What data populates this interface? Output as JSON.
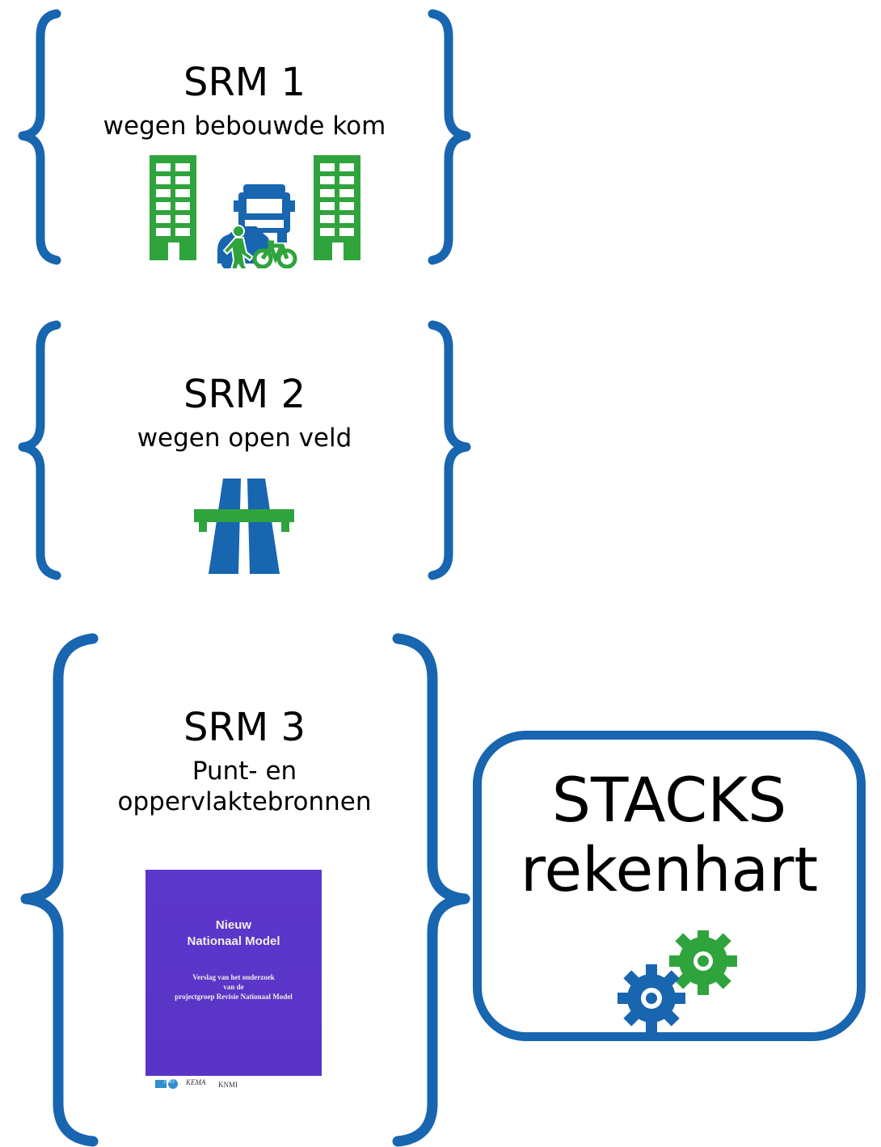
{
  "blocks": [
    {
      "title": "SRM 1",
      "subtitle_lines": [
        "wegen bebouwde kom"
      ]
    },
    {
      "title": "SRM 2",
      "subtitle_lines": [
        "wegen open veld"
      ]
    },
    {
      "title": "SRM 3",
      "subtitle_lines": [
        "Punt- en",
        "oppervlaktebronnen"
      ]
    }
  ],
  "report": {
    "title_lines": [
      "Nieuw",
      "Nationaal Model"
    ],
    "subtitle_lines": [
      "Verslag van het onderzoek",
      "van de",
      "projectgroep Revisie Nationaal Model"
    ],
    "logos": [
      "TNO",
      "KEMA",
      "KNMI"
    ]
  },
  "stacks": {
    "lines": [
      "STACKS",
      "rekenhart"
    ]
  },
  "icons": [
    "building-icon",
    "truck-icon",
    "pedestrian-icon",
    "bicycle-icon",
    "car-icon",
    "highway-icon",
    "gear-icon"
  ],
  "colors": {
    "brace": "#1865b0",
    "green": "#2fa33c",
    "blue": "#1865b0",
    "report_cover": "#5a35c8"
  }
}
